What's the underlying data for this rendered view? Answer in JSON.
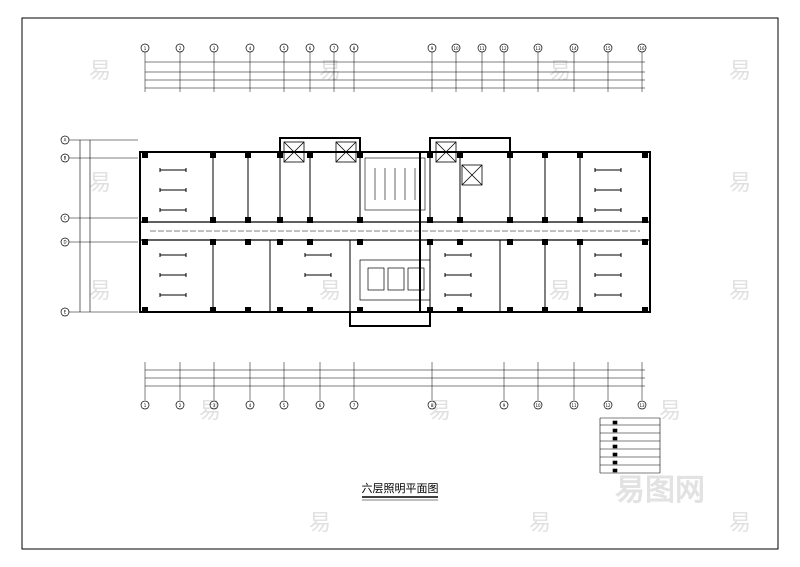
{
  "drawing": {
    "title": "六层照明平面图",
    "colors": {
      "line": "#000000",
      "wall": "#000000",
      "dim": "#333333",
      "watermark": "#e6e6e6",
      "background": "#ffffff"
    }
  },
  "axis_top_labels": [
    "1",
    "2",
    "3",
    "4",
    "5",
    "6",
    "7",
    "8",
    "9",
    "10",
    "11",
    "12",
    "13",
    "14",
    "15",
    "16"
  ],
  "axis_bottom_labels": [
    "1",
    "2",
    "3",
    "4",
    "5",
    "6",
    "7",
    "8",
    "9",
    "10",
    "11",
    "12",
    "13"
  ],
  "axis_left_labels": [
    "A",
    "B",
    "C",
    "D",
    "E"
  ],
  "watermark": {
    "glyph": "易",
    "brand": "易图网"
  },
  "legend_rows": 7
}
